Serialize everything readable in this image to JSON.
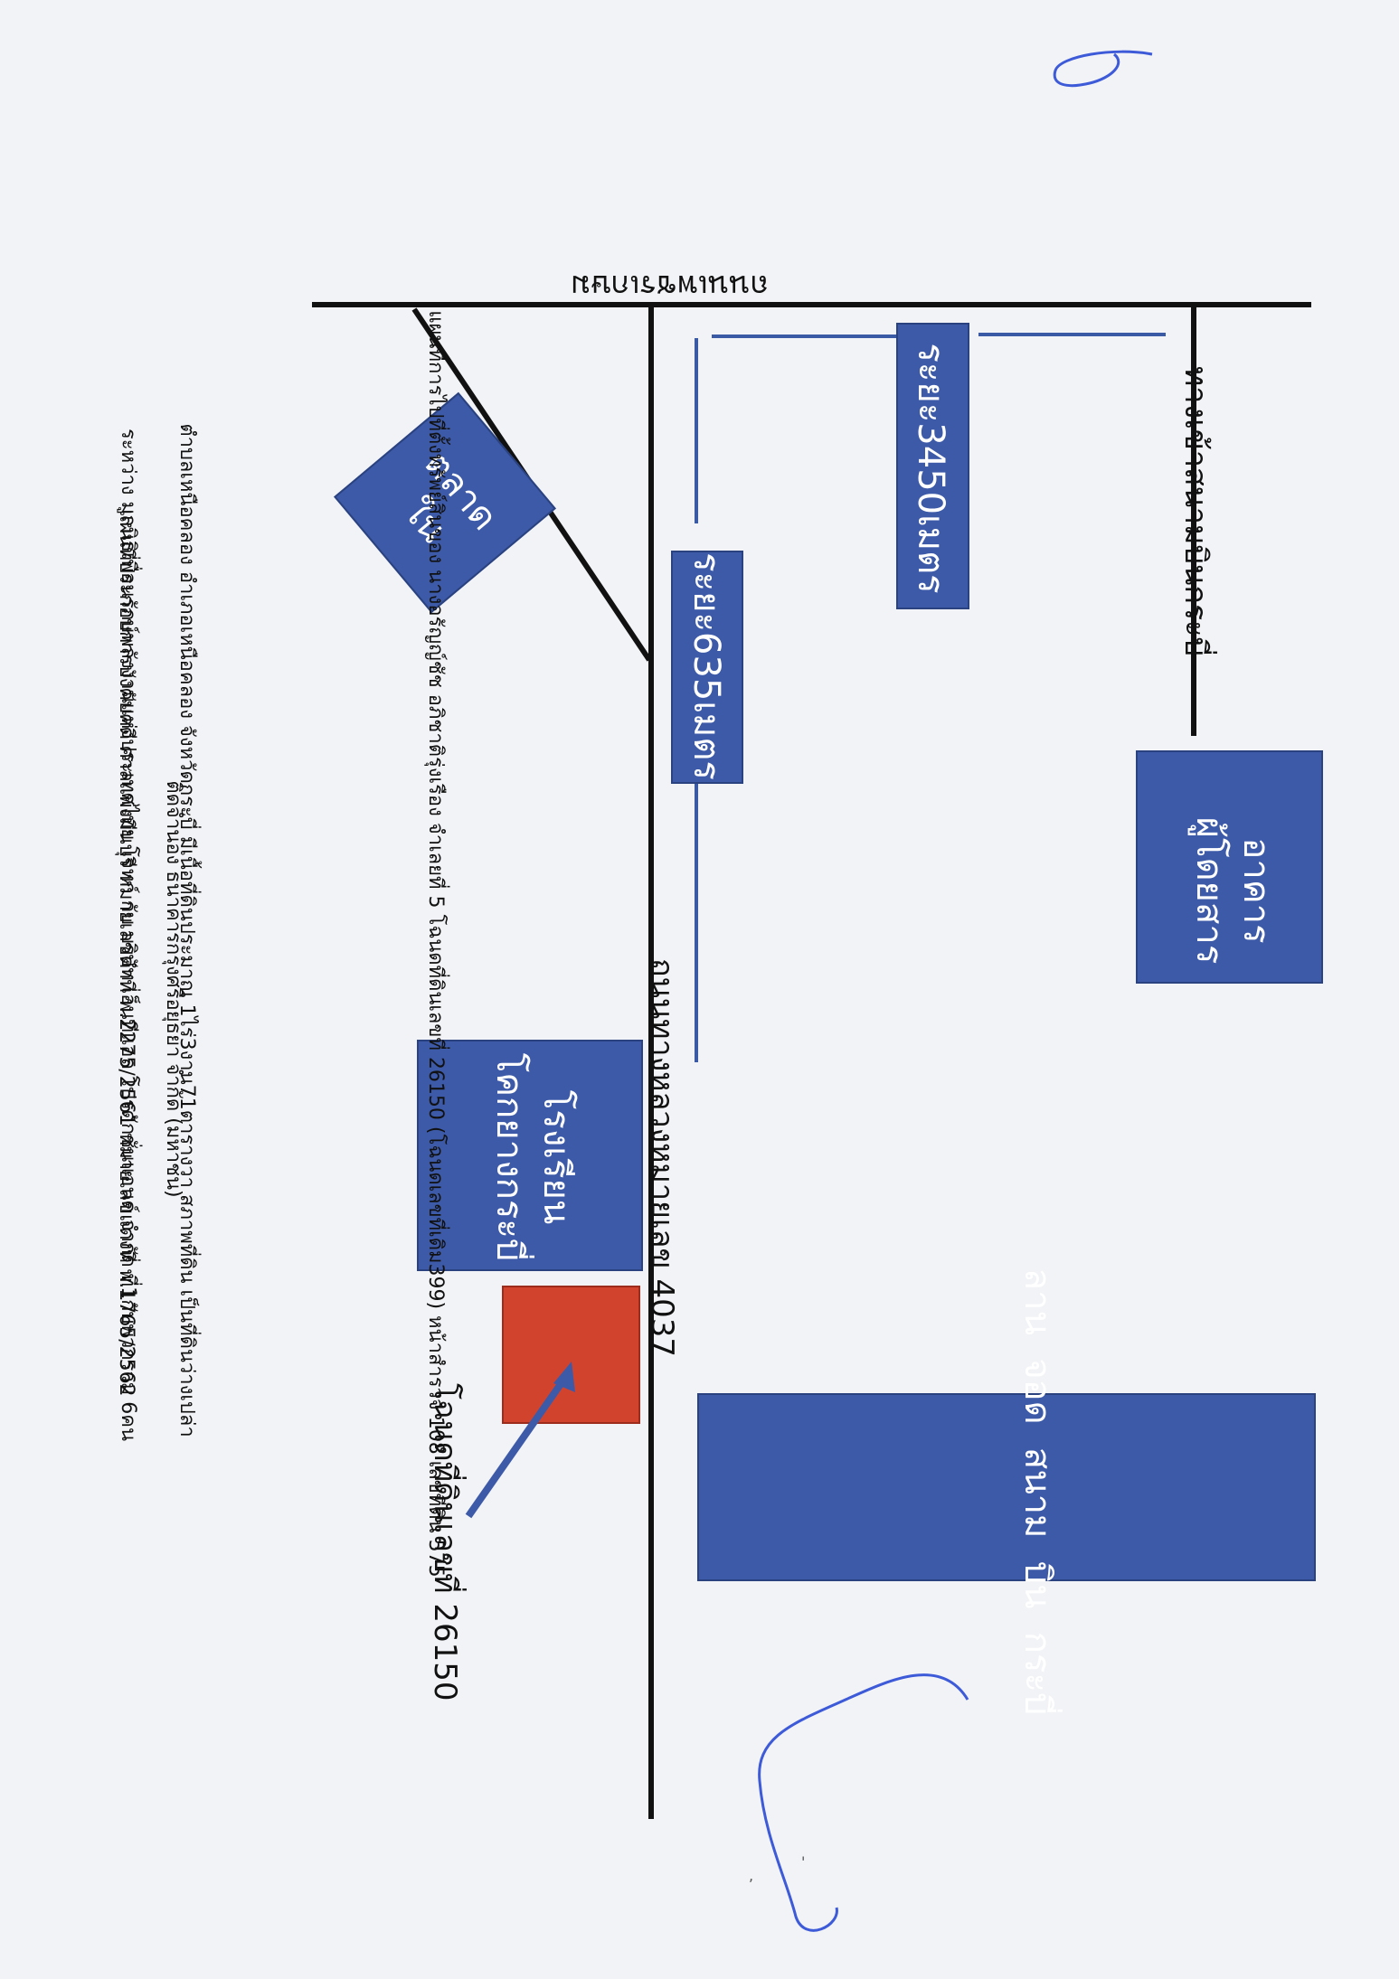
{
  "page_marks": {
    "page_number": "6",
    "signature_label": "initials"
  },
  "roads": {
    "top_road": "ถนนเพชรเกษม",
    "main_road": "ถนนทางหลวงหมายเลข 4037",
    "airport_road": "ทางเข้าสนามบินกระบี่"
  },
  "distances": {
    "d1": "ระยะ3450เมตร",
    "d2": "ระยะ635เมตร"
  },
  "places": {
    "market": [
      "ตลาด",
      "ใน"
    ],
    "terminal": [
      "อาคาร",
      "ผู้โดยสาร"
    ],
    "runway": [
      "ลาน",
      "จอด",
      "สนาม",
      "บิน",
      "กระบี่"
    ],
    "hospital": [
      "โรงเรียน",
      "โคกยางกระบี่"
    ]
  },
  "target": {
    "label": "โฉนดที่ดินเลขที่ 26150",
    "color": "#d2432e"
  },
  "colors": {
    "box": "#3d5aa8",
    "road": "#111111",
    "guide": "#3a5aa6"
  },
  "notes": {
    "line1": "แผนที่การไปที่ตั้งทรัพย์สินของ นางอรัญญ์ชัช อภิชาติรุ่งเรือง จำเลยที่ 5 โฉนดที่ดินเลขที่ 26150 (โฉนดเลขที่เดิม399) หน้าสำรวจ 108 เลขที่ดิน 575",
    "line2": "ตำบลเหนือคลอง อำเภอเหนือคลอง จังหวัดกระบี่ มีเนื้อที่ดินประมาณ 1ไร่3งาน71ตารางวา สภาพที่ดิน เป็นที่ดินว่างเปล่า",
    "line3": "ติดจำนอง ธนาคารกรุงศรีอยุธยา จำกัด (มหาชน)",
    "line4": "แผนที่ประกอบการบังคับคดี ศาลแพ่งมีนบุรี หมายเลขดำที่ พ.2275/2561 หมายเลขแดงที่ พ.1765/2562",
    "line5": "ระหว่าง มูลนิธิเพื่อนรักษ์พลังงานแห่งประเทศไทย โจทก์ กับ บริษัท เอ็นทีแอล โปรดักชั่นแอนด์ จำกัด ที่1กับพวกรวม 6คน"
  }
}
